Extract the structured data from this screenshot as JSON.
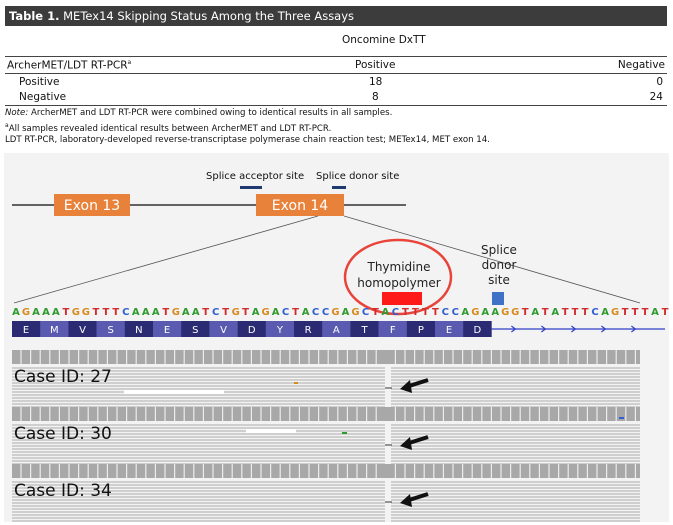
{
  "table": {
    "title_bold": "Table 1.",
    "title_rest": " METex14 Skipping Status Among the Three Assays",
    "col_group": "Oncomine DxTT",
    "row_header": "ArcherMET/LDT RT-PCR",
    "row_header_sup": "a",
    "col_positive": "Positive",
    "col_negative": "Negative",
    "rows": [
      {
        "label": "Positive",
        "pos": "18",
        "neg": "0"
      },
      {
        "label": "Negative",
        "pos": "8",
        "neg": "24"
      }
    ],
    "note_italic": "Note:",
    "note_rest": " ArcherMET and LDT RT-PCR were combined owing to identical results in all samples.",
    "footnote_sup": "a",
    "footnote": "All samples revealed identical results between ArcherMET and LDT RT-PCR.",
    "abbrev": "LDT RT-PCR, laboratory-developed reverse-transcriptase polymerase chain reaction test; METex14, MET exon 14."
  },
  "figure": {
    "splice_acceptor": "Splice acceptor site",
    "splice_donor": "Splice donor site",
    "exon13": "Exon 13",
    "exon14": "Exon 14",
    "thymidine_line1": "Thymidine",
    "thymidine_line2": "homopolymer",
    "splice_donor_line1": "Splice",
    "splice_donor_line2": "donor",
    "splice_donor_line3": "site",
    "dna_sequence": "AGAAATGGTTTCAAATGAATCTGTAGACTACCGAGCTACTTTTCCAGAAGGTATATTTCAGTTTAT",
    "amino_acids": [
      "E",
      "M",
      "V",
      "S",
      "N",
      "E",
      "S",
      "V",
      "D",
      "Y",
      "R",
      "A",
      "T",
      "F",
      "P",
      "E",
      "D"
    ],
    "cases": [
      "Case ID: 27",
      "Case ID: 30",
      "Case ID: 34"
    ],
    "colors": {
      "exon": "#e8823a",
      "exon_text": "#ffffff",
      "marker": "#1f3a6e",
      "circle": "#e8443a",
      "homopolymer": "#ff1a1a",
      "donor_box": "#3f72c6",
      "A": "#2e9b2e",
      "C": "#2f5fd0",
      "G": "#d88a1c",
      "T": "#d12b2b",
      "aa_dark": "#2b2b73",
      "aa_mid": "#5a5ab0",
      "aa_light": "#8a8ad0"
    }
  }
}
